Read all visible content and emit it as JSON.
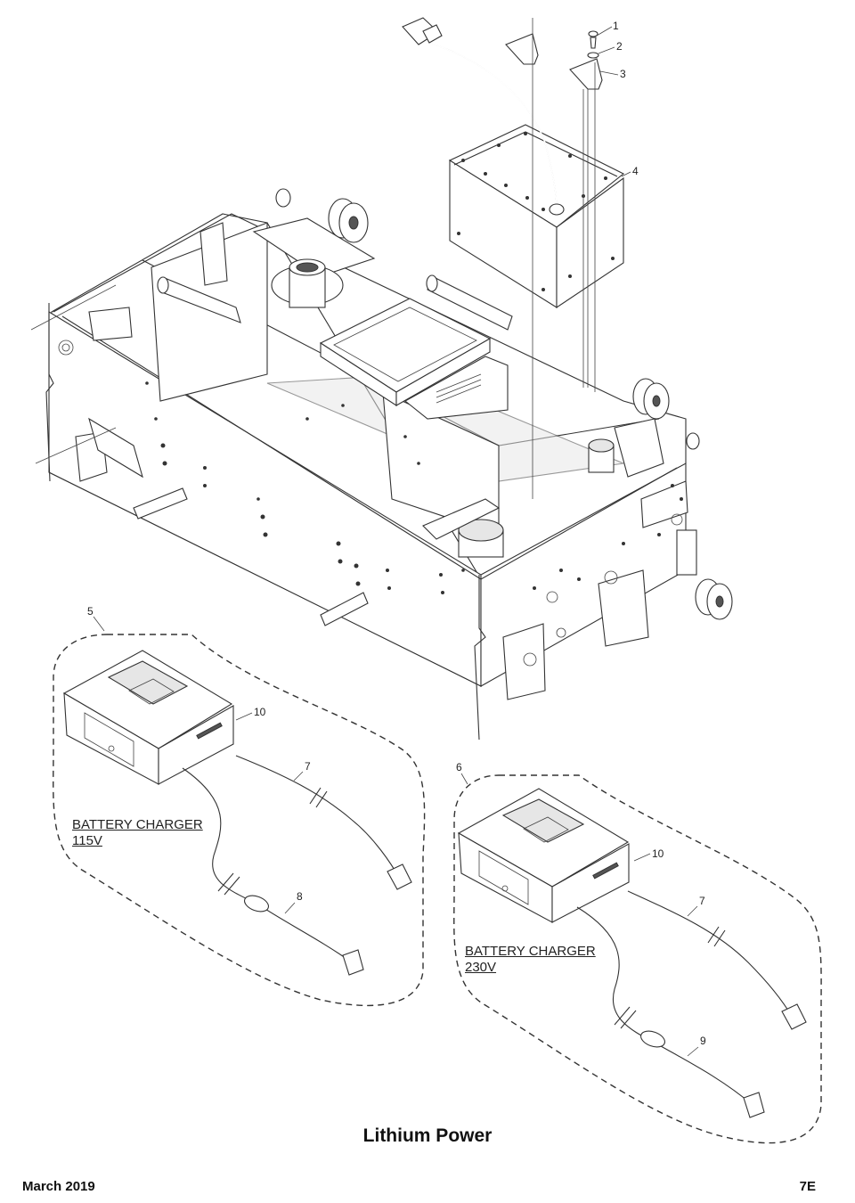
{
  "title": "Lithium Power",
  "footer": {
    "date": "March 2019",
    "page": "7E"
  },
  "sections": {
    "charger_115": {
      "line1": "BATTERY CHARGER",
      "line2": "115V"
    },
    "charger_230": {
      "line1": "BATTERY CHARGER",
      "line2": "230V"
    }
  },
  "callouts": {
    "c1": "1",
    "c2": "2",
    "c3": "3",
    "c4": "4",
    "c5": "5",
    "c6": "6",
    "c7a": "7",
    "c7b": "7",
    "c8": "8",
    "c9": "9",
    "c10a": "10",
    "c10b": "10"
  }
}
